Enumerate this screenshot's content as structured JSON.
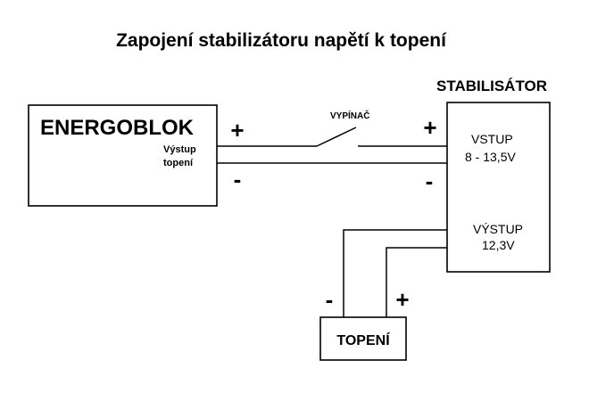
{
  "title": "Zapojení stabilizátoru napětí k topení",
  "energoblok": {
    "name": "ENERGOBLOK",
    "output_line1": "Výstup",
    "output_line2": "topení"
  },
  "stabilizer": {
    "name": "STABILISÁTOR",
    "input_label": "VSTUP",
    "input_range": "8 - 13,5V",
    "output_label": "VÝSTUP",
    "output_voltage": "12,3V"
  },
  "switch_label": "VYPÍNAČ",
  "heater": {
    "name": "TOPENÍ"
  },
  "polarity": {
    "plus": "+",
    "minus": "-"
  },
  "colors": {
    "line": "#000000",
    "background": "#ffffff"
  }
}
